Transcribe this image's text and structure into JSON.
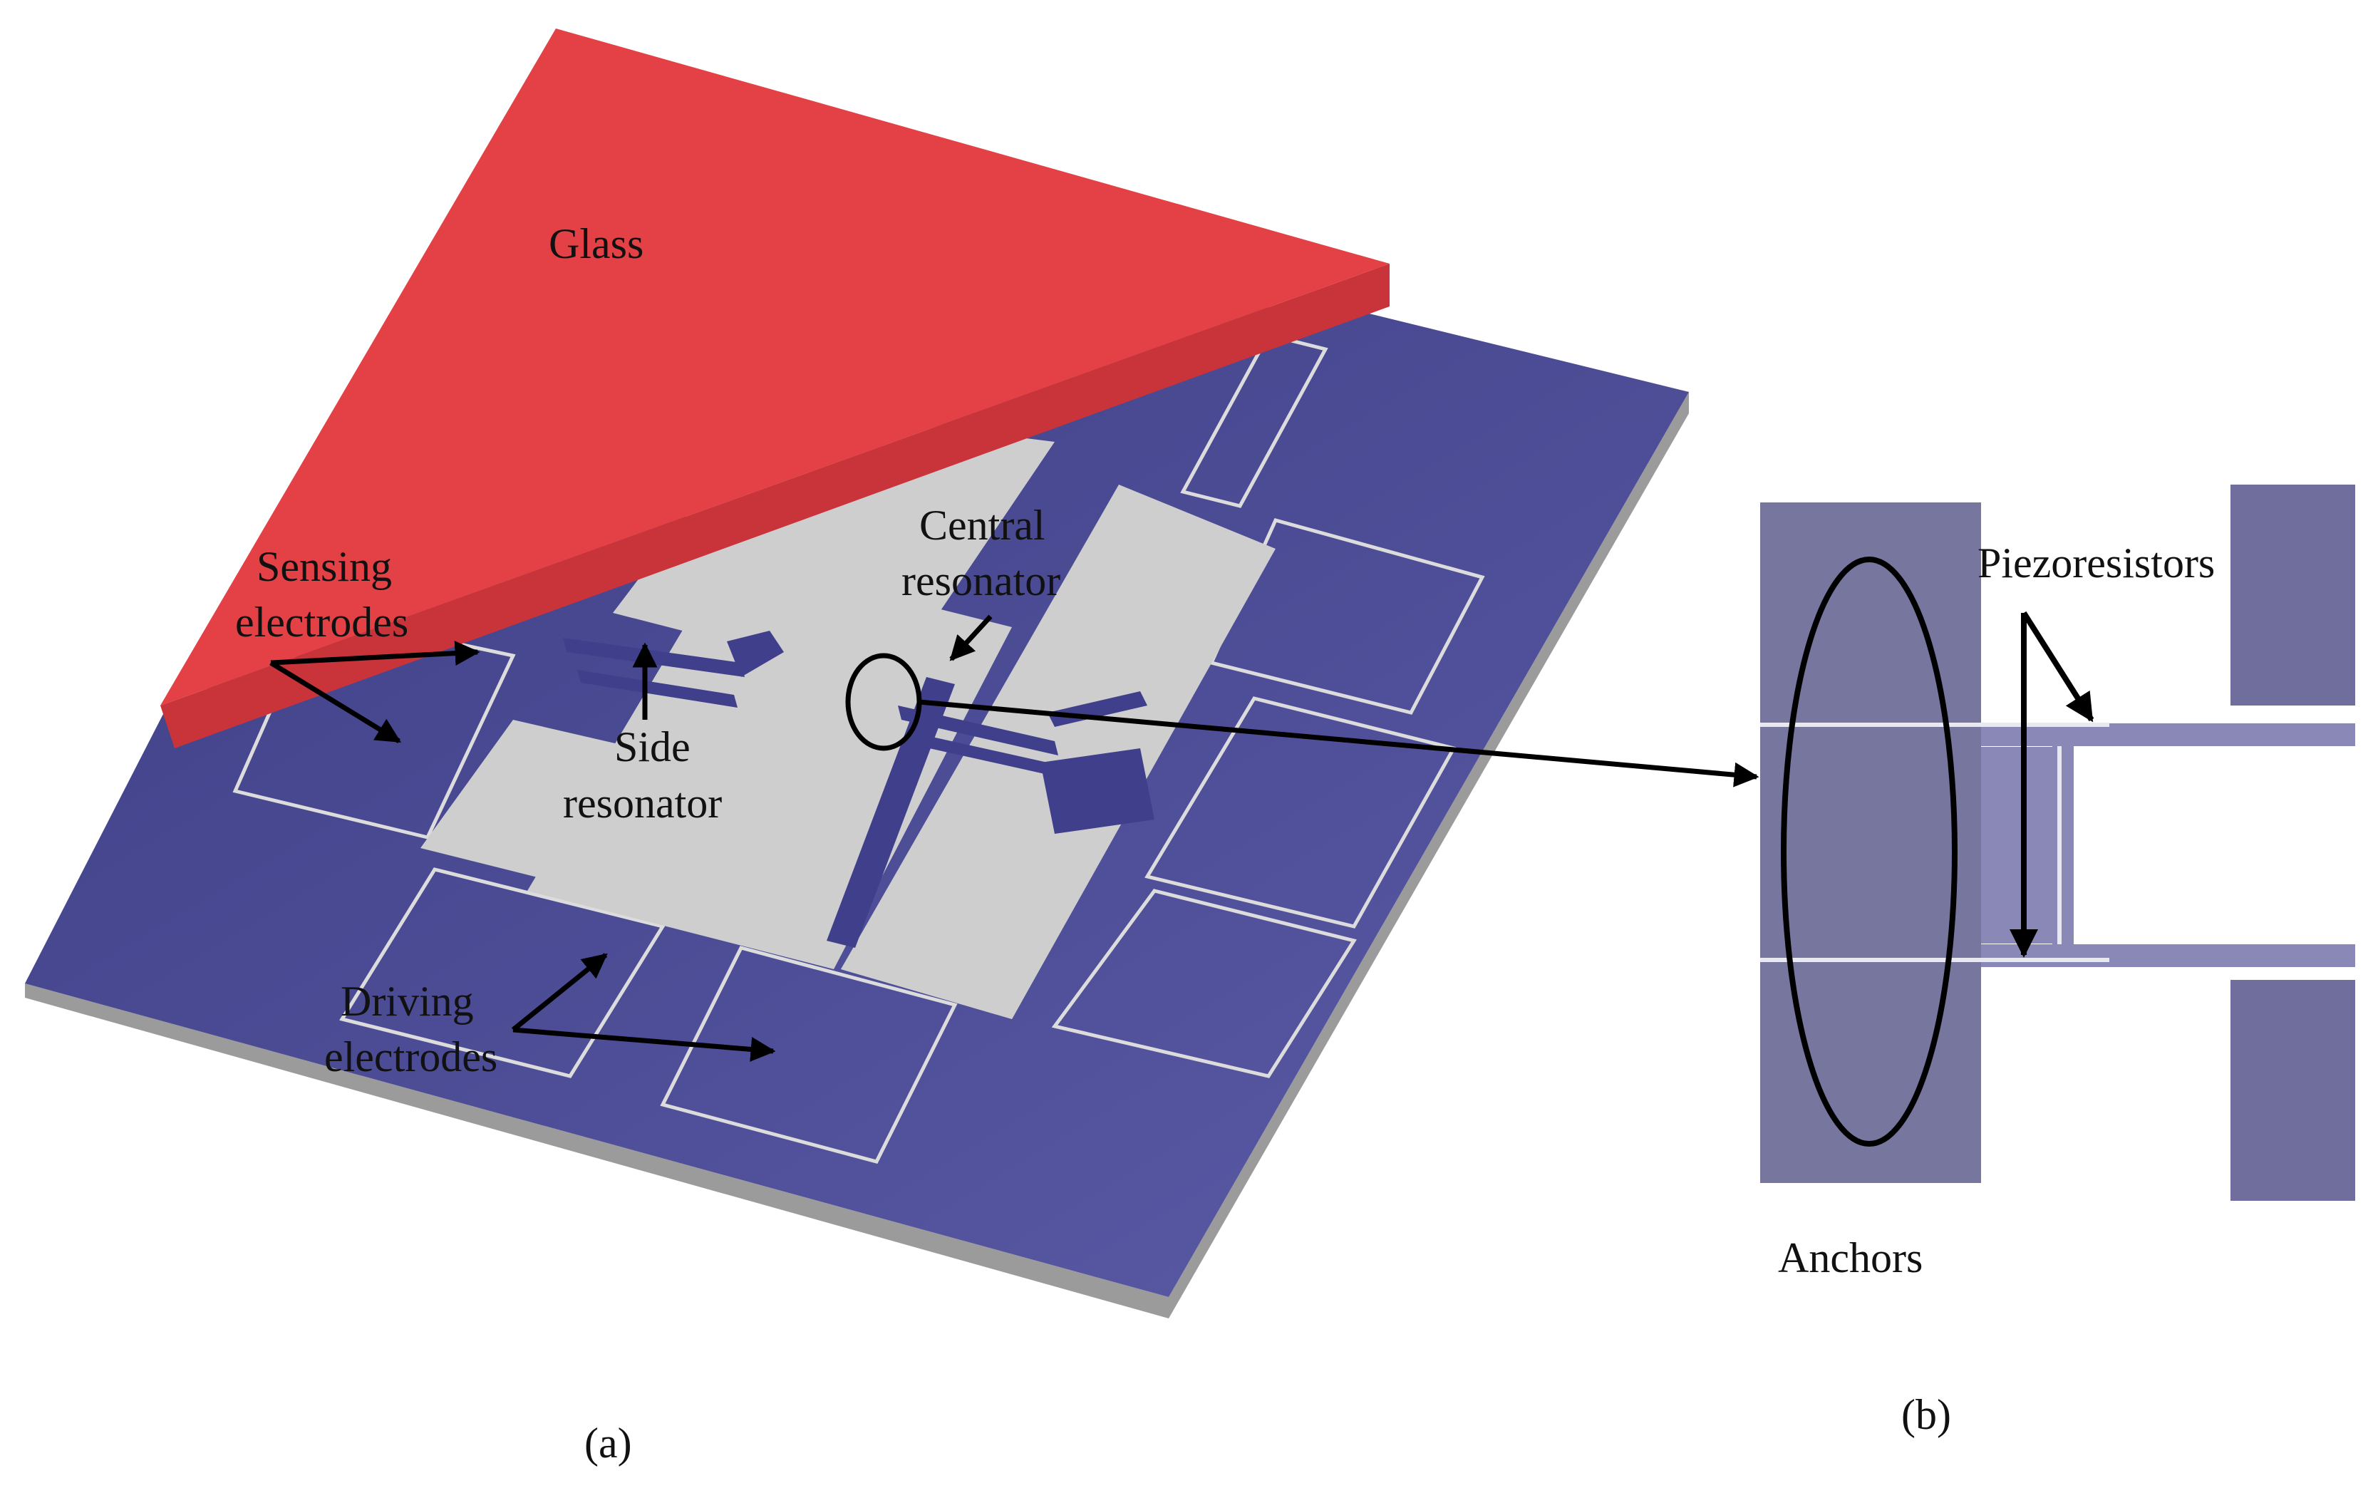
{
  "labels": {
    "glass": "Glass",
    "sensing_1": "Sensing",
    "sensing_2": "electrodes",
    "central_1": "Central",
    "central_2": "resonator",
    "side_1": "Side",
    "side_2": "resonator",
    "driving_1": "Driving",
    "driving_2": "electrodes",
    "piezo": "Piezoresistors",
    "anchors": "Anchors",
    "panel_a": "(a)",
    "panel_b": "(b)"
  },
  "colors": {
    "substrate": "#4a4a93",
    "substrate_edge": "#9a9a9a",
    "glass": "#e44146",
    "glass_edge": "#c9333a",
    "silicon": "#cdcdcd",
    "trench": "#e6e6e6",
    "zoom_anchor": "#77769f",
    "zoom_beam": "#8886b3",
    "arrow": "#000000"
  }
}
